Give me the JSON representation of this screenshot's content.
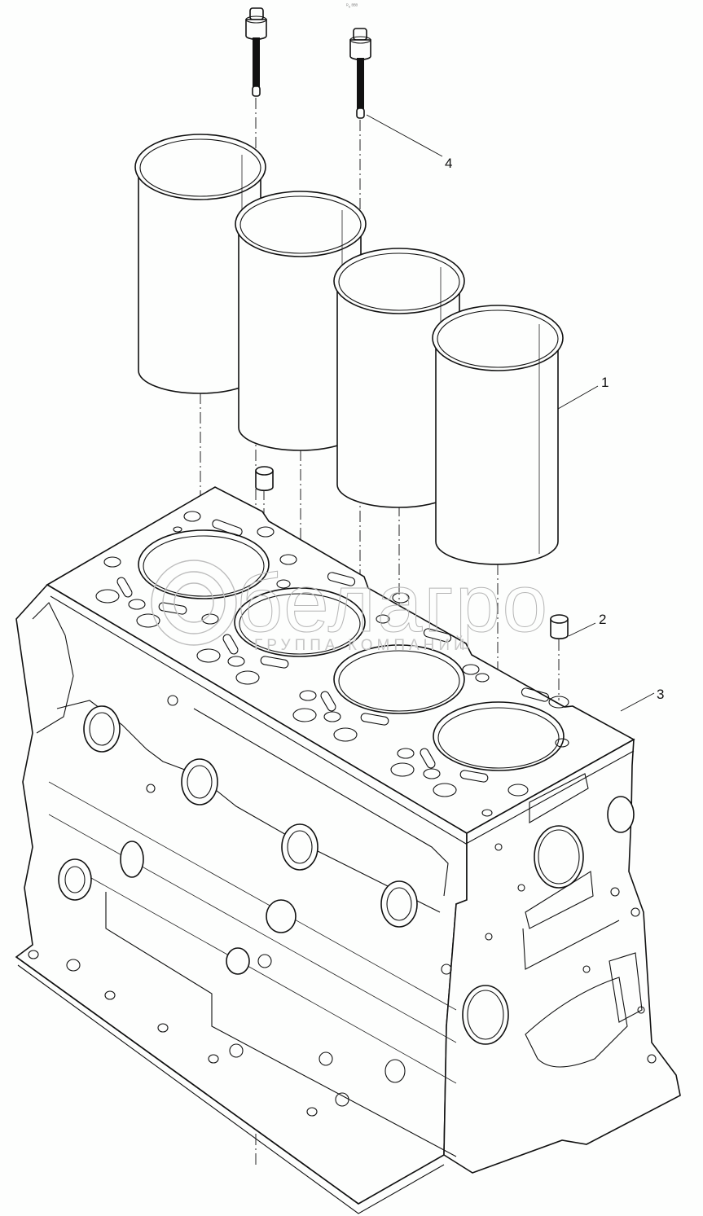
{
  "diagram": {
    "title": "Cylinder block assembly — exploded view",
    "corner_mark": "ᴿᵤ ᴮᴮᴮ",
    "callouts": [
      {
        "number": "1",
        "part": "cylinder-liner"
      },
      {
        "number": "2",
        "part": "dowel-sleeve"
      },
      {
        "number": "3",
        "part": "cylinder-block"
      },
      {
        "number": "4",
        "part": "bolt"
      }
    ],
    "parts": {
      "liners_count": 4,
      "bolts_count": 2,
      "sleeves_count": 2
    }
  },
  "watermark": {
    "brand": "белагро",
    "subtitle": "ГРУППА КОМПАНИЙ"
  },
  "colors": {
    "background": "#fdfefd",
    "line": "#111111",
    "watermark": "#bdbdbd"
  }
}
